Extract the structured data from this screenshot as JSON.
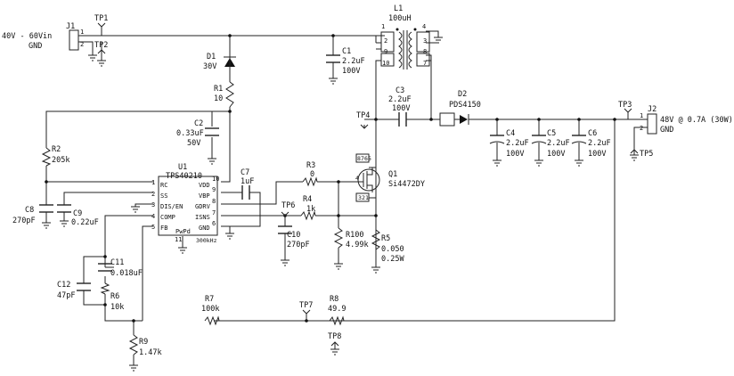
{
  "connectors": {
    "j1": {
      "ref": "J1",
      "pin1": "1",
      "pin2": "2",
      "label1": "40V - 60Vin",
      "label2": "GND"
    },
    "j2": {
      "ref": "J2",
      "pin1": "1",
      "pin2": "2",
      "label1": "48V @ 0.7A (30W)",
      "label2": "GND"
    }
  },
  "test_points": {
    "tp1": "TP1",
    "tp2": "TP2",
    "tp3": "TP3",
    "tp4": "TP4",
    "tp5": "TP5",
    "tp6": "TP6",
    "tp7": "TP7",
    "tp8": "TP8"
  },
  "diodes": {
    "d1": {
      "ref": "D1",
      "value": "30V"
    },
    "d2": {
      "ref": "D2",
      "value": "PDS4150"
    }
  },
  "inductor": {
    "ref": "L1",
    "value": "100uH",
    "pins": [
      "1",
      "2",
      "9",
      "10",
      "4",
      "3",
      "8",
      "7"
    ]
  },
  "resistors": {
    "r1": {
      "ref": "R1",
      "value": "10"
    },
    "r2": {
      "ref": "R2",
      "value": "205k"
    },
    "r3": {
      "ref": "R3",
      "value": "0"
    },
    "r4": {
      "ref": "R4",
      "value": "1k"
    },
    "r5": {
      "ref": "R5",
      "value": "0.050",
      "value2": "0.25W"
    },
    "r6": {
      "ref": "R6",
      "value": "10k"
    },
    "r7": {
      "ref": "R7",
      "value": "100k"
    },
    "r8": {
      "ref": "R8",
      "value": "49.9"
    },
    "r9": {
      "ref": "R9",
      "value": "1.47k"
    },
    "r100": {
      "ref": "R100",
      "value": "4.99k"
    }
  },
  "capacitors": {
    "c1": {
      "ref": "C1",
      "value": "2.2uF",
      "voltage": "100V"
    },
    "c2": {
      "ref": "C2",
      "value": "0.33uF",
      "voltage": "50V"
    },
    "c3": {
      "ref": "C3",
      "value": "2.2uF",
      "voltage": "100V"
    },
    "c4": {
      "ref": "C4",
      "value": "2.2uF",
      "voltage": "100V"
    },
    "c5": {
      "ref": "C5",
      "value": "2.2uF",
      "voltage": "100V"
    },
    "c6": {
      "ref": "C6",
      "value": "2.2uF",
      "voltage": "100V"
    },
    "c7": {
      "ref": "C7",
      "value": "1uF"
    },
    "c8": {
      "ref": "C8",
      "value": "270pF"
    },
    "c9": {
      "ref": "C9",
      "value": "0.22uF"
    },
    "c10": {
      "ref": "C10",
      "value": "270pF"
    },
    "c11": {
      "ref": "C11",
      "value": "0.018uF"
    },
    "c12": {
      "ref": "C12",
      "value": "47pF"
    }
  },
  "ic": {
    "ref": "U1",
    "part": "TPS40210",
    "pad_label": "PwPd",
    "freq_label": "300kHz",
    "pad_pin": "11",
    "left_pins": [
      {
        "num": "1",
        "name": "RC"
      },
      {
        "num": "2",
        "name": "SS"
      },
      {
        "num": "3",
        "name": "DIS/EN"
      },
      {
        "num": "4",
        "name": "COMP"
      },
      {
        "num": "5",
        "name": "FB"
      }
    ],
    "right_pins": [
      {
        "num": "10",
        "name": "VDD"
      },
      {
        "num": "9",
        "name": "VBP"
      },
      {
        "num": "8",
        "name": "GDRV"
      },
      {
        "num": "7",
        "name": "ISNS"
      },
      {
        "num": "6",
        "name": "GND"
      }
    ]
  },
  "mosfet": {
    "ref": "Q1",
    "part": "Si4472DY",
    "drain_pins": [
      "8",
      "7",
      "6",
      "5"
    ],
    "gate_pin": "4",
    "source_pins": [
      "3",
      "2",
      "1"
    ]
  }
}
